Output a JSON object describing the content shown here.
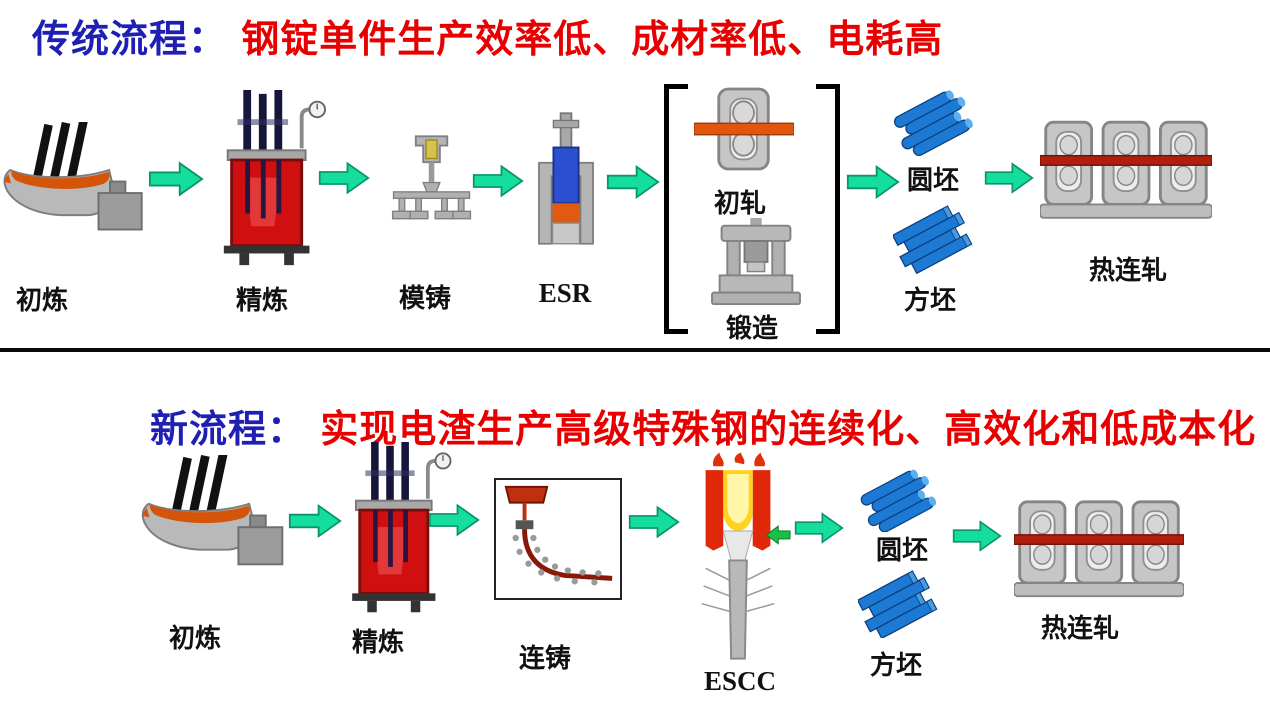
{
  "colors": {
    "title_blue": "#1f1fb4",
    "title_red": "#e80000",
    "arrow_green": "#14dd9e",
    "billet_blue": "#1d7ad4",
    "furnace_red": "#d01010",
    "hot_bar_red": "#b01e10",
    "melt_orange": "#d4550a"
  },
  "traditional": {
    "title_prefix": "传统流程：",
    "title_main": "钢锭单件生产效率低、成材率低、电耗高",
    "labels": {
      "primary_smelting": "初炼",
      "refining": "精炼",
      "mold_casting": "模铸",
      "esr": "ESR",
      "blooming": "初轧",
      "forging": "锻造",
      "round_billet": "圆坯",
      "square_billet": "方坯",
      "hot_rolling": "热连轧"
    }
  },
  "modern": {
    "title_prefix": "新流程：",
    "title_main": "实现电渣生产高级特殊钢的连续化、高效化和低成本化",
    "labels": {
      "primary_smelting": "初炼",
      "refining": "精炼",
      "continuous_casting": "连铸",
      "escc": "ESCC",
      "round_billet": "圆坯",
      "square_billet": "方坯",
      "hot_rolling": "热连轧"
    }
  }
}
